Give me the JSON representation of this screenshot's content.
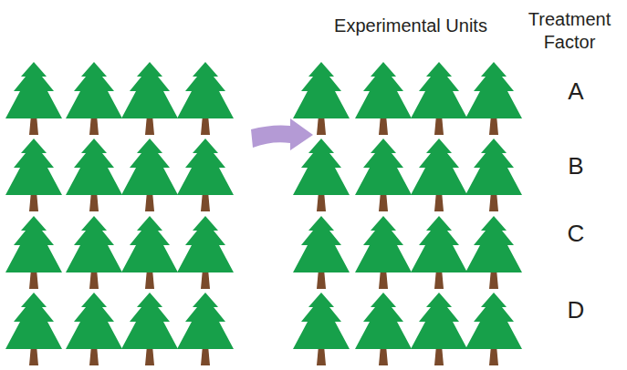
{
  "diagram": {
    "labels": [
      "Experimental Units",
      "Treatment Factor",
      "A",
      "B",
      "C",
      "D"
    ]
  }
}
